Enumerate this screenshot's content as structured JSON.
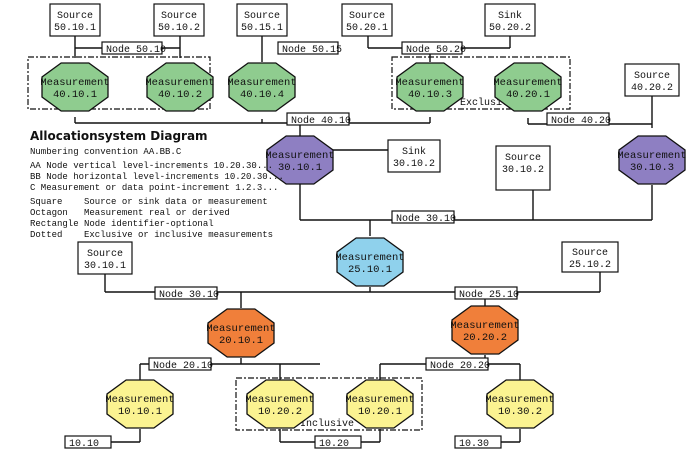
{
  "legend": {
    "title": "Allocationsystem Diagram",
    "lines": [
      "Numbering convention AA.BB.C",
      "AA Node vertical level-increments 10.20.30...",
      "BB Node horizontal level-increments 10.20.30...",
      "C Measurement or data point-increment 1.2.3...",
      "Square    Source or sink data or measurement",
      "Octagon   Measurement real or derived",
      "Rectangle Node identifier-optional",
      "Dotted    Exclusive or inclusive measurements"
    ]
  },
  "colors": {
    "green": "#8fcc8f",
    "purple": "#8e7fc2",
    "blue": "#8fd1ec",
    "orange": "#f07f3a",
    "yellow": "#fbf391"
  },
  "squares": {
    "source_50_10_1": [
      "Source",
      "50.10.1"
    ],
    "source_50_10_2": [
      "Source",
      "50.10.2"
    ],
    "source_50_15_1": [
      "Source",
      "50.15.1"
    ],
    "source_50_20_1": [
      "Source",
      "50.20.1"
    ],
    "sink_50_20_2": [
      "Sink",
      "50.20.2"
    ],
    "source_40_20_2": [
      "Source",
      "40.20.2"
    ],
    "sink_30_10_2": [
      "Sink",
      "30.10.2"
    ],
    "source_30_10_2": [
      "Source",
      "30.10.2"
    ],
    "source_30_10_1": [
      "Source",
      "30.10.1"
    ],
    "source_25_10_2": [
      "Source",
      "25.10.2"
    ]
  },
  "octagons": {
    "m_40_10_1": [
      "Measurement",
      "40.10.1"
    ],
    "m_40_10_2": [
      "Measurement",
      "40.10.2"
    ],
    "m_40_10_4": [
      "Measurement",
      "40.10.4"
    ],
    "m_40_10_3": [
      "Measurement",
      "40.10.3"
    ],
    "m_40_20_1": [
      "Measurement",
      "40.20.1"
    ],
    "m_30_10_1": [
      "Measurement",
      "30.10.1"
    ],
    "m_30_10_3": [
      "Measurement",
      "30.10.3"
    ],
    "m_25_10_1": [
      "Measurement",
      "25.10.1"
    ],
    "m_20_10_1": [
      "Measurement",
      "20.10.1"
    ],
    "m_20_20_2": [
      "Measurement",
      "20.20.2"
    ],
    "m_10_10_1": [
      "Measurement",
      "10.10.1"
    ],
    "m_10_20_2": [
      "Measurement",
      "10.20.2"
    ],
    "m_10_20_1": [
      "Measurement",
      "10.20.1"
    ],
    "m_10_30_2": [
      "Measurement",
      "10.30.2"
    ]
  },
  "nodes": {
    "node_50_10": "Node 50.10",
    "node_50_15": "Node 50.15",
    "node_50_20": "Node 50.20",
    "node_40_10": "Node 40.10",
    "node_40_20": "Node 40.20",
    "node_30_10_a": "Node 30.10",
    "node_30_10_b": "Node 30.10",
    "node_25_10": "Node 25.10",
    "node_20_10": "Node 20.10",
    "node_20_20": "Node 20.20",
    "leaf_10_10": "10.10",
    "leaf_10_20": "10.20",
    "leaf_10_30": "10.30"
  },
  "groups": {
    "exclusive": "Exclusive",
    "inclusive": "Inclusive"
  }
}
